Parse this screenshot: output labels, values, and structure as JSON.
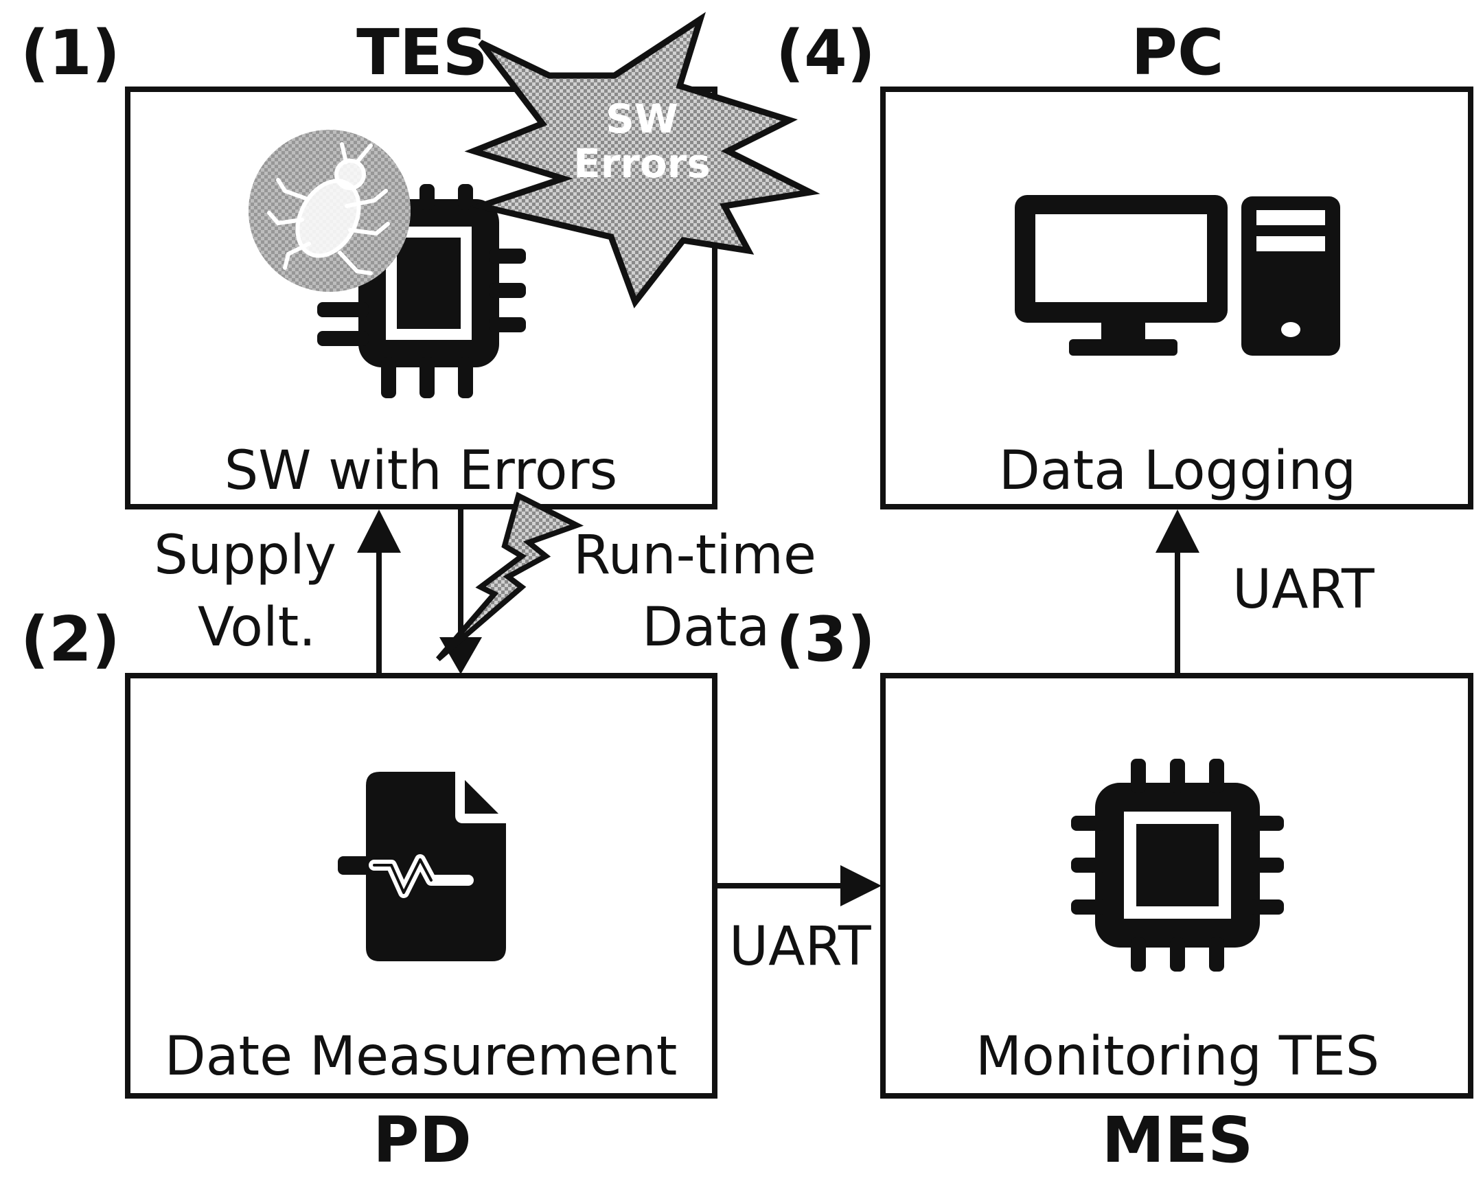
{
  "diagram": {
    "numbers": {
      "n1": "(1)",
      "n2": "(2)",
      "n3": "(3)",
      "n4": "(4)"
    },
    "blocks": {
      "tes": {
        "title": "TES",
        "caption": "SW with Errors"
      },
      "pc": {
        "title": "PC",
        "caption": "Data Logging"
      },
      "pd": {
        "title": "PD",
        "caption": "Date Measurement"
      },
      "mes": {
        "title": "MES",
        "caption": "Monitoring TES"
      }
    },
    "burst": {
      "line1": "SW",
      "line2": "Errors"
    },
    "links": {
      "supply_line1": "Supply",
      "supply_line2": "Volt.",
      "runtime_line1": "Run-time",
      "runtime_line2": "Data",
      "uart_pd_mes": "UART",
      "uart_mes_pc": "UART"
    },
    "icons": [
      "bug-icon",
      "microchip-icon",
      "desktop-computer-icon",
      "file-waveform-icon",
      "microchip-icon",
      "lightning-bolt-icon"
    ],
    "colors": {
      "stroke": "#111111",
      "pattern_dark": "#8a8a8a",
      "pattern_light": "#d0d0d0",
      "bug_fill": "#a6a6a6"
    }
  }
}
